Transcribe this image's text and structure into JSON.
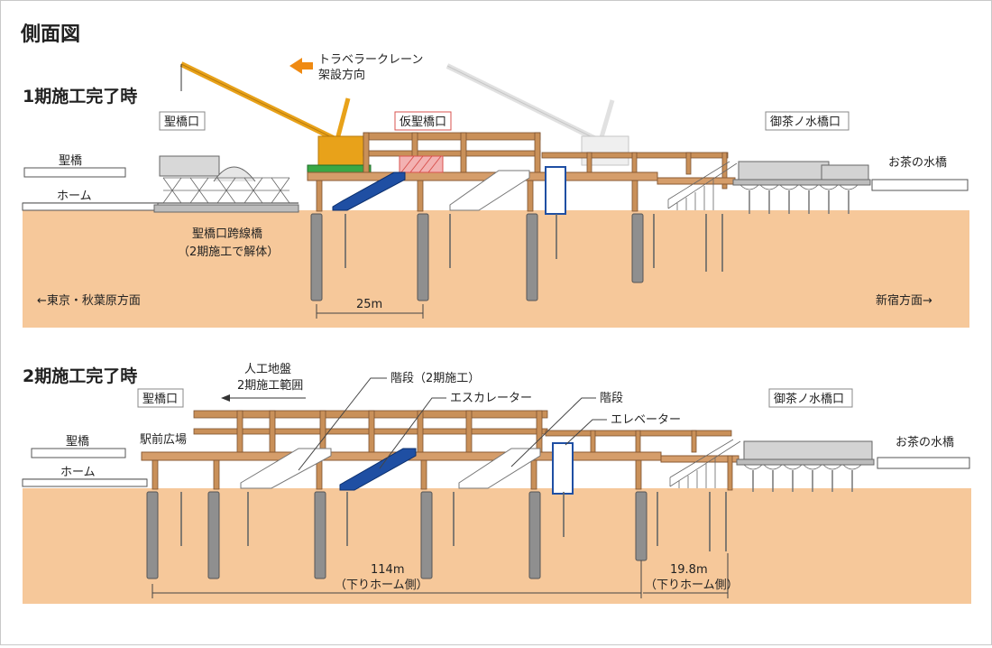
{
  "title": "側面図",
  "phase1": {
    "heading": "1期施工完了時",
    "crane_label_line1": "トラベラークレーン",
    "crane_label_line2": "架設方向",
    "hijiri_exit": "聖橋口",
    "temp_exit": "仮聖橋口",
    "ochanomizu_exit": "御茶ノ水橋口",
    "hijiri_bridge": "聖橋",
    "ochanomizu_bridge": "お茶の水橋",
    "platform": "ホーム",
    "overpass_line1": "聖橋口跨線橋",
    "overpass_line2": "（2期施工で解体）",
    "dim_25": "25m",
    "dir_left": "←東京・秋葉原方面",
    "dir_right": "新宿方面→"
  },
  "phase2": {
    "heading": "2期施工完了時",
    "ground_line1": "人工地盤",
    "ground_line2": "2期施工範囲",
    "hijiri_exit": "聖橋口",
    "ochanomizu_exit": "御茶ノ水橋口",
    "stairs_phase2": "階段（2期施工）",
    "escalator": "エスカレーター",
    "stairs": "階段",
    "elevator": "エレベーター",
    "station_plaza": "駅前広場",
    "hijiri_bridge": "聖橋",
    "ochanomizu_bridge": "お茶の水橋",
    "platform": "ホーム",
    "dim_114_line1": "114m",
    "dim_114_line2": "（下りホーム側）",
    "dim_198_line1": "19.8m",
    "dim_198_line2": "（下りホーム側）"
  },
  "colors": {
    "ground": "#f6c89a",
    "structure": "#c99059",
    "escalator": "#1f4fa3",
    "crane": "#e8a21a",
    "arrow": "#ef8a12",
    "temp_box": "#d9534f"
  }
}
